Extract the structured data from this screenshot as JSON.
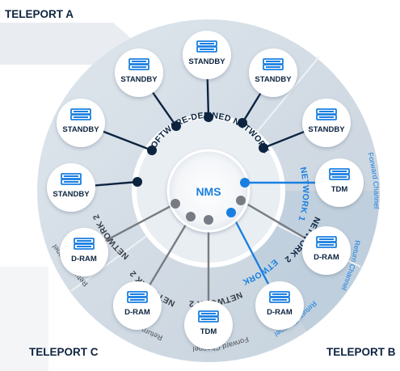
{
  "teleports": {
    "a": "TELEPORT A",
    "b": "TELEPORT B",
    "c": "TELEPORT C"
  },
  "center": {
    "label": "NMS"
  },
  "ring_labels": {
    "sdn": "SOFTWARE-DEFINED NETWORK",
    "network1_top": "NETWORK 1",
    "network1_bottom": "NETWORK 1",
    "network2_right": "NETWORK 2",
    "network2_left": "NETWORK 2",
    "network2_lower_left": "NETWORK 2",
    "network2_bottom": "NETWORK 2"
  },
  "channels": {
    "forward_right": "Forward Channel",
    "return_right": "Return Channel",
    "return_lower_right": "Return Channel",
    "forward_bottom": "Forward Channel",
    "return_lower_left": "Return Channel",
    "return_left": "Return Channel"
  },
  "nodes": [
    {
      "label": "STANDBY"
    },
    {
      "label": "STANDBY"
    },
    {
      "label": "STANDBY"
    },
    {
      "label": "STANDBY"
    },
    {
      "label": "STANDBY"
    },
    {
      "label": "STANDBY"
    },
    {
      "label": "TDM"
    },
    {
      "label": "D-RAM"
    },
    {
      "label": "D-RAM"
    },
    {
      "label": "TDM"
    },
    {
      "label": "D-RAM"
    },
    {
      "label": "D-RAM"
    }
  ],
  "colors": {
    "navy": "#0d2440",
    "blue": "#1a7fe0",
    "gray": "#777c84",
    "icon": "#1a7fe0"
  }
}
